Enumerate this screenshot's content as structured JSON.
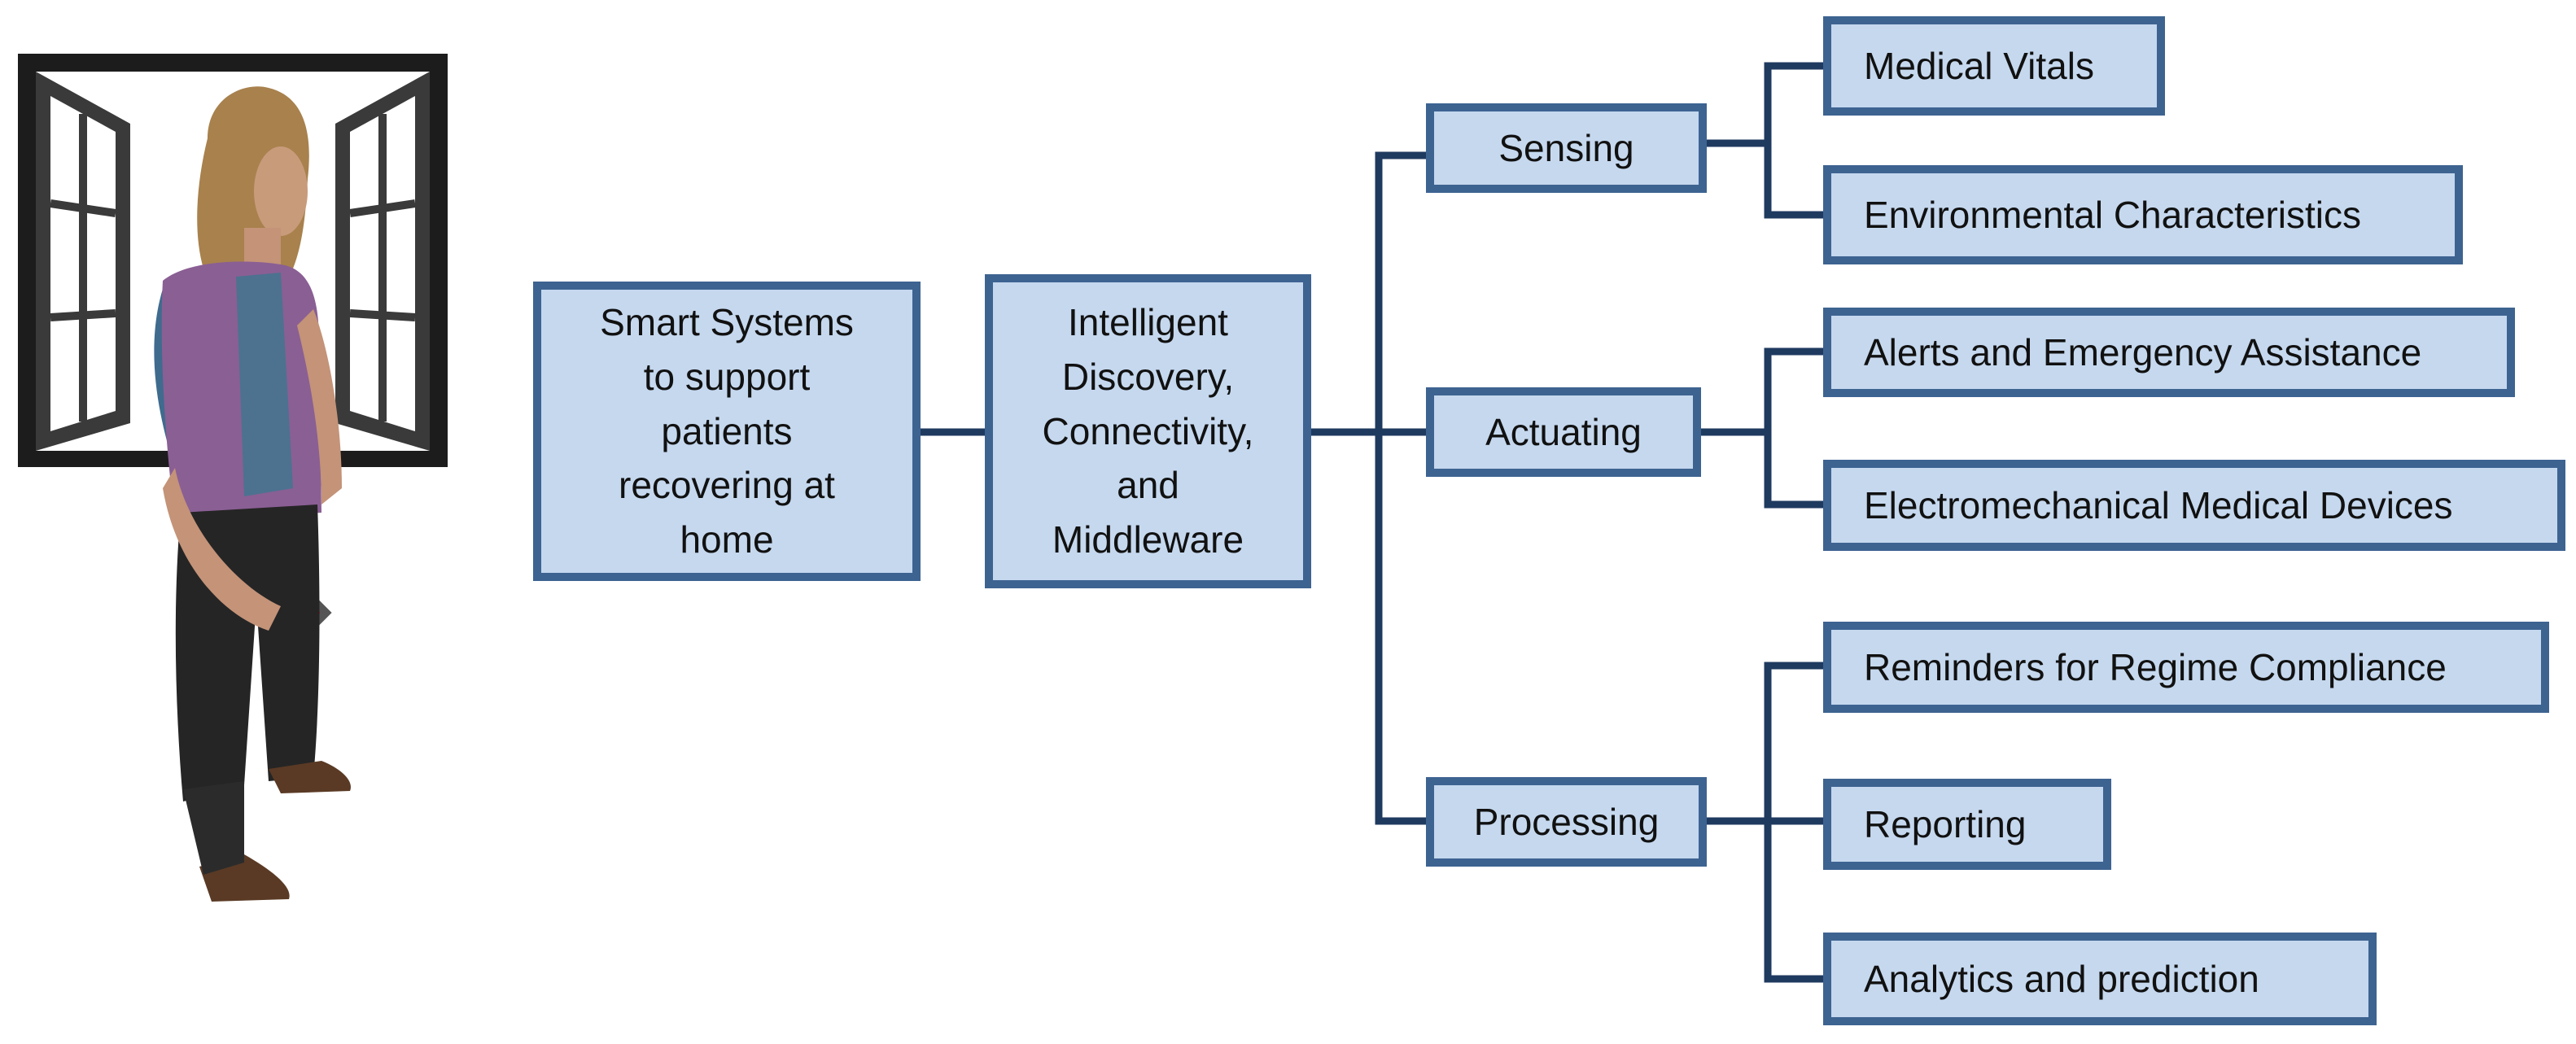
{
  "diagram": {
    "root": "Smart Systems\nto support\npatients\nrecovering at\nhome",
    "middleware": "Intelligent\nDiscovery,\nConnectivity,\nand\nMiddleware",
    "branches": [
      {
        "label": "Sensing",
        "items": [
          "Medical Vitals",
          "Environmental Characteristics"
        ]
      },
      {
        "label": "Actuating",
        "items": [
          "Alerts and Emergency Assistance",
          "Electromechanical Medical Devices"
        ]
      },
      {
        "label": "Processing",
        "items": [
          "Reminders for Regime Compliance",
          "Reporting",
          "Analytics and prediction"
        ]
      }
    ]
  },
  "colors": {
    "box_fill": "#c5d8ee",
    "box_border": "#3d6391",
    "connector": "#1f3a5f"
  },
  "illustration": {
    "window_icon": "open-window-icon",
    "person_icon": "standing-woman-with-device-icon"
  }
}
